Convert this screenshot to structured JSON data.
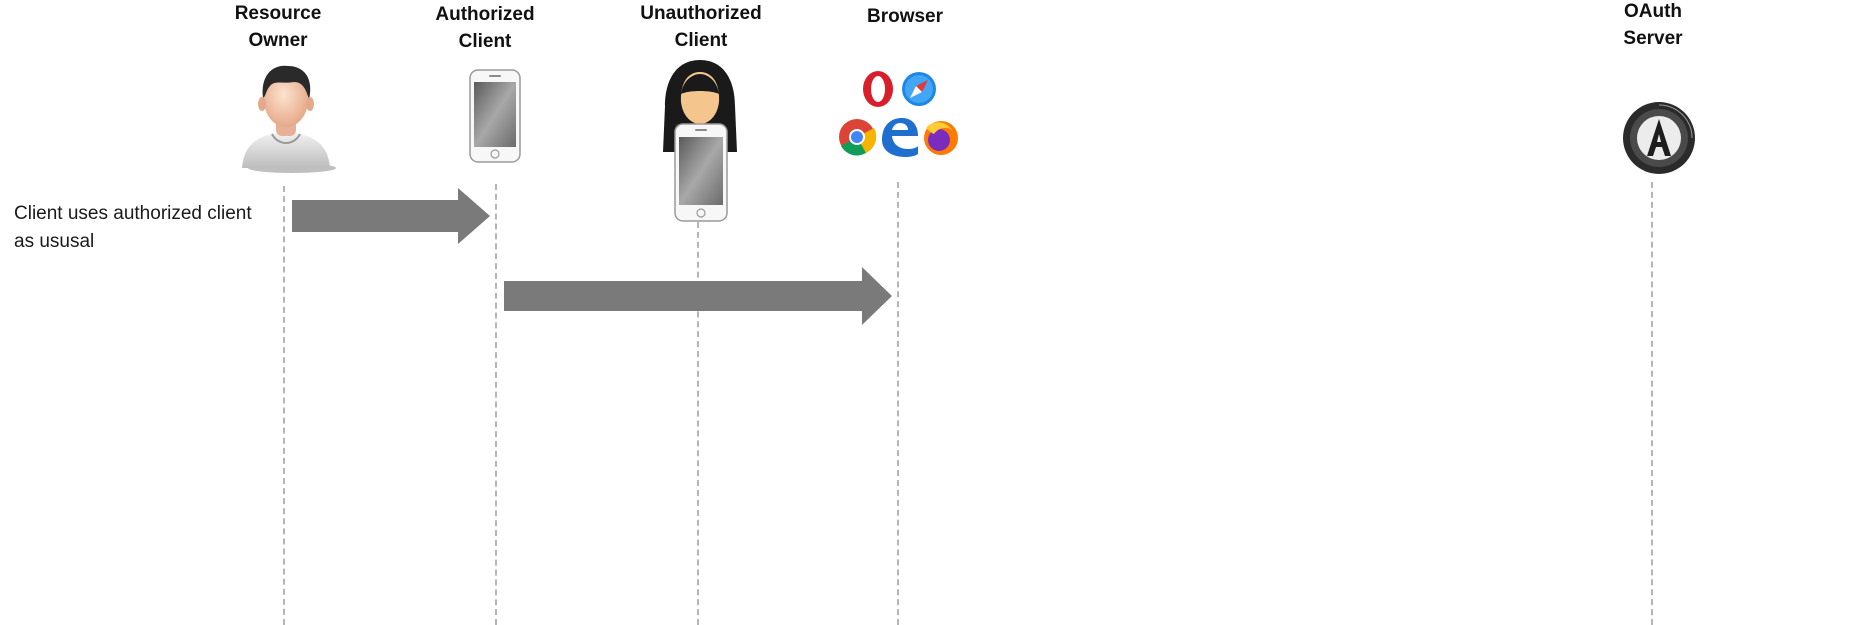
{
  "actors": {
    "resource_owner": "Resource\nOwner",
    "authorized_client": "Authorized\nClient",
    "unauthorized_client": "Unauthorized\nClient",
    "browser": "Browser",
    "oauth_server": "OAuth\nServer"
  },
  "notes": {
    "step1": "Client uses authorized client\n as ususal"
  },
  "icons": {
    "resource_owner": "user-avatar-icon",
    "authorized_client": "smartphone-icon",
    "unauthorized_client": "hooded-hacker-icon",
    "browser": "browser-logos-icon",
    "oauth_server": "oauth-logo-icon"
  },
  "colors": {
    "arrow": "#7a7a7a",
    "lifeline": "#b5b5b5"
  }
}
